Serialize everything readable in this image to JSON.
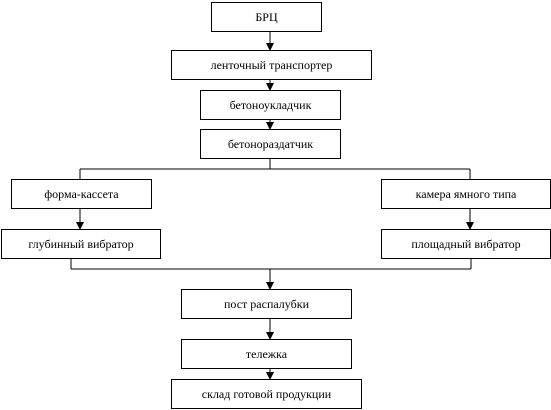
{
  "nodes": [
    {
      "label": "БРЦ"
    },
    {
      "label": "ленточный транспортер"
    },
    {
      "label": "бетоноукладчик"
    },
    {
      "label": "бетонораздатчик"
    },
    {
      "label": "форма-кассета"
    },
    {
      "label": "камера ямного типа"
    },
    {
      "label": "глубинный вибратор"
    },
    {
      "label": "площадный вибратор"
    },
    {
      "label": "пост распалубки"
    },
    {
      "label": "тележка"
    },
    {
      "label": "склад готовой продукции"
    }
  ],
  "edges": [
    {
      "from": 0,
      "to": 1
    },
    {
      "from": 1,
      "to": 2
    },
    {
      "from": 2,
      "to": 3
    },
    {
      "from": 3,
      "to": 4
    },
    {
      "from": 3,
      "to": 5
    },
    {
      "from": 4,
      "to": 6
    },
    {
      "from": 5,
      "to": 7
    },
    {
      "from": 6,
      "to": 8
    },
    {
      "from": 7,
      "to": 8
    },
    {
      "from": 8,
      "to": 9
    },
    {
      "from": 9,
      "to": 10
    }
  ]
}
